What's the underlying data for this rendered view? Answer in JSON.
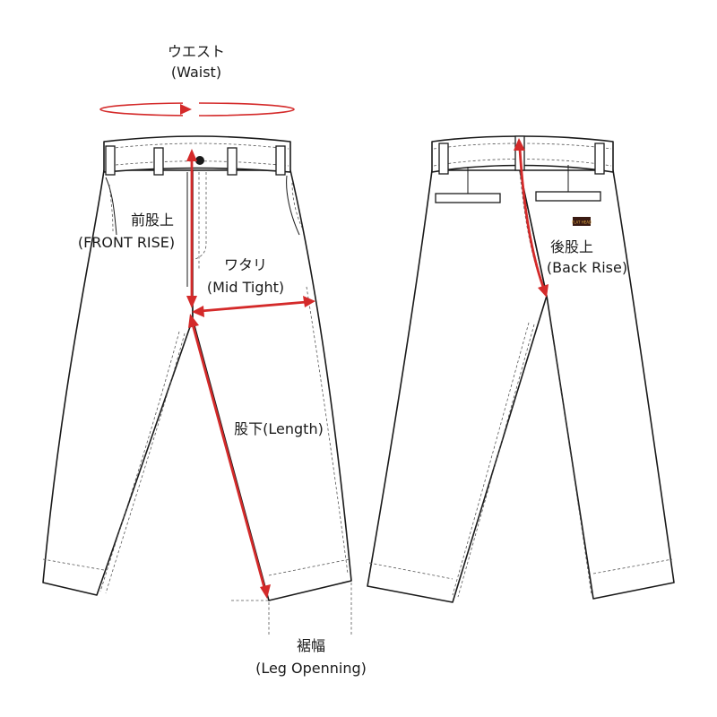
{
  "labels": {
    "waist_jp": "ウエスト",
    "waist_en": "(Waist)",
    "front_rise_jp": "前股上",
    "front_rise_en": "(FRONT RISE)",
    "mid_tight_jp": "ワタリ",
    "mid_tight_en": "(Mid Tight)",
    "length": "股下(Length)",
    "back_rise_jp": "後股上",
    "back_rise_en": "(Back Rise)",
    "leg_opening_jp": "裾幅",
    "leg_opening_en": "(Leg Openning)"
  },
  "patch_text": "FLAT HEAD",
  "colors": {
    "measure_red": "#d42a2a",
    "outline": "#1a1a1a",
    "patch": "#3a1a12",
    "patch_text": "#d9a441"
  }
}
